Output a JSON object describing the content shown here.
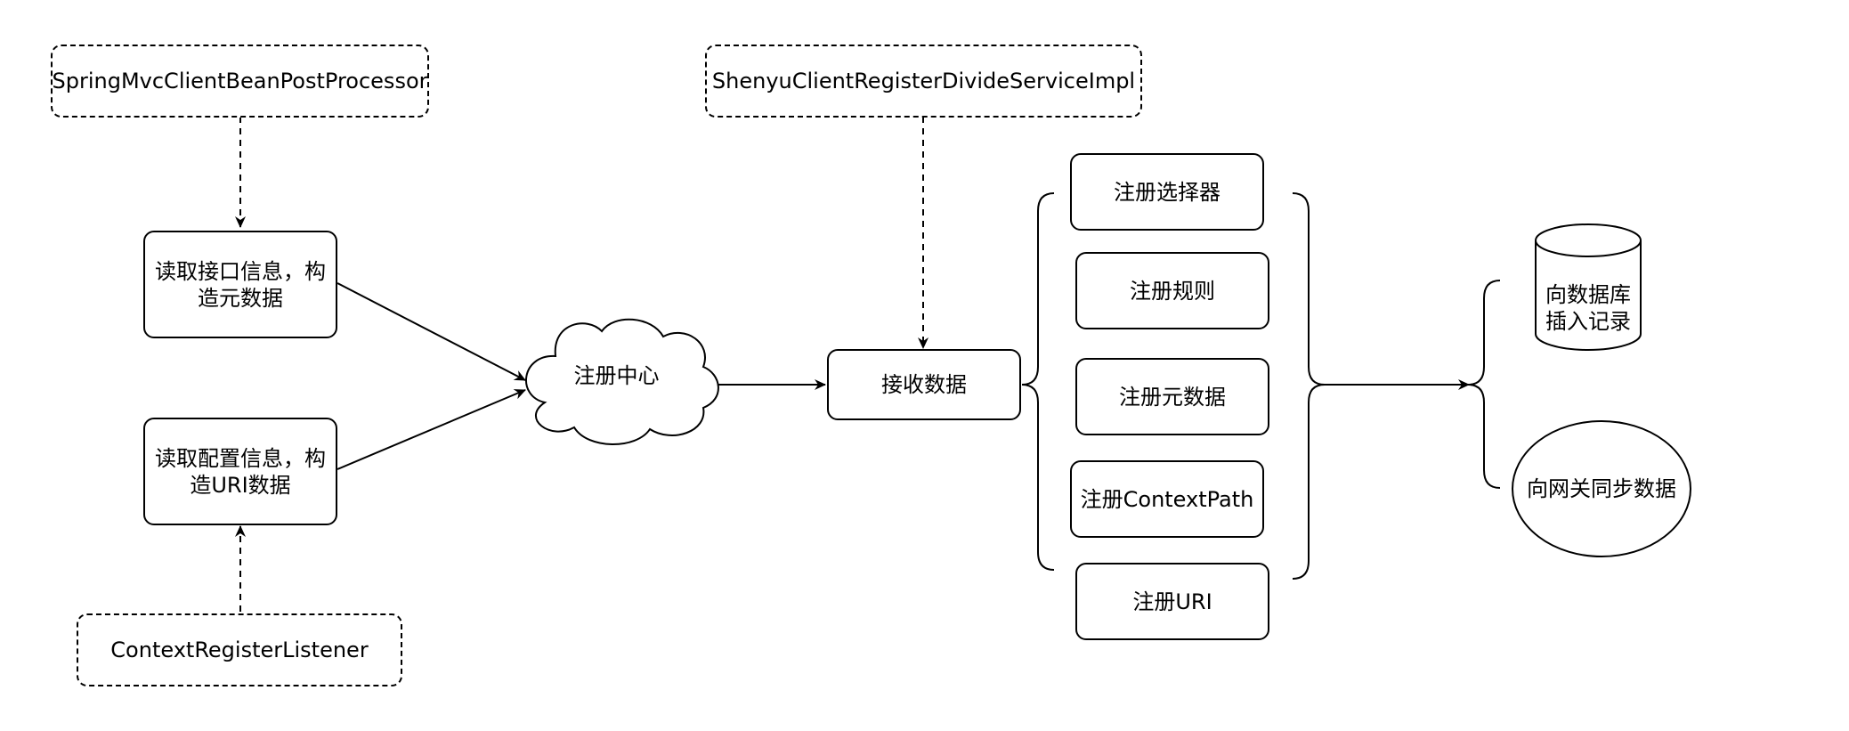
{
  "diagram": {
    "nodes": {
      "springmvc_processor": "SpringMvcClientBeanPostProcessor",
      "read_interface_info": "读取接口信息，构造元数据",
      "read_config_info": "读取配置信息，构造URI数据",
      "context_register_listener": "ContextRegisterListener",
      "registry_center": "注册中心",
      "divide_service_impl": "ShenyuClientRegisterDivideServiceImpl",
      "receive_data": "接收数据",
      "register_selector": "注册选择器",
      "register_rule": "注册规则",
      "register_metadata": "注册元数据",
      "register_context_path": "注册ContextPath",
      "register_uri": "注册URI",
      "insert_db_record": "向数据库插入记录",
      "sync_to_gateway": "向网关同步数据"
    }
  }
}
